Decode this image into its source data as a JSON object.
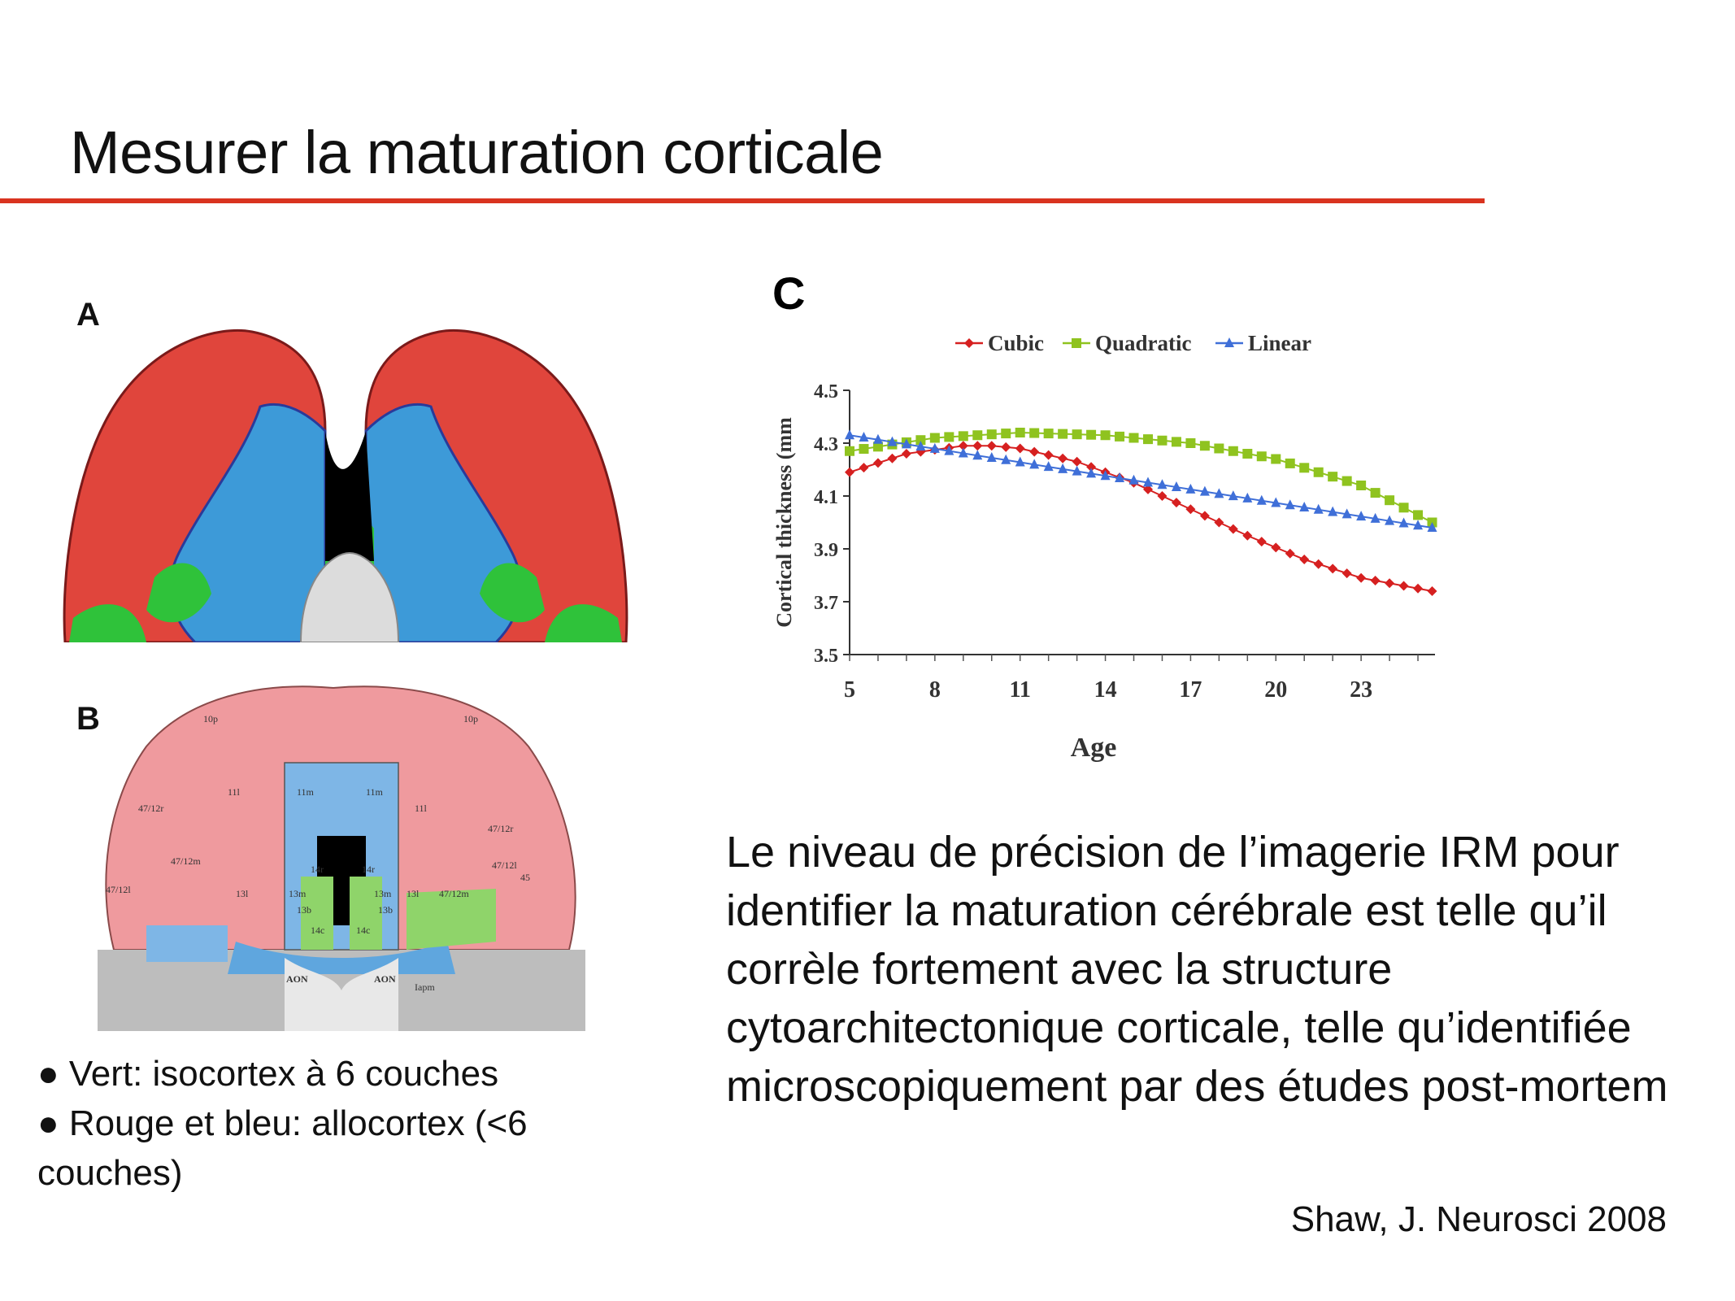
{
  "slide": {
    "title": "Mesurer la maturation corticale",
    "accent_color": "#d9331f"
  },
  "figure": {
    "panel_a_label": "A",
    "panel_b_label": "B",
    "panel_c_label": "C",
    "panel_b_region_labels": [
      "10p",
      "10p",
      "11l",
      "11m",
      "11m",
      "11l",
      "47/12r",
      "47/12r",
      "47/12m",
      "47/12l",
      "47/12l",
      "13l",
      "13m",
      "13b",
      "14r",
      "14r",
      "13b",
      "13m",
      "13l",
      "47/12m",
      "45",
      "14c",
      "14c",
      "AON",
      "AON",
      "Iapm"
    ]
  },
  "chart_data": {
    "type": "line",
    "title": "",
    "xlabel": "Age",
    "ylabel": "Cortical thickness (mm",
    "x_ticks": [
      5,
      8,
      11,
      14,
      17,
      20,
      23
    ],
    "y_ticks": [
      "3.5",
      "3.7",
      "3.9",
      "4.1",
      "4.3",
      "4.5"
    ],
    "xlim": [
      5,
      25.6
    ],
    "ylim": [
      3.5,
      4.5
    ],
    "legend_position": "top",
    "series": [
      {
        "name": "Cubic",
        "color": "#d62020",
        "marker": "diamond",
        "points": [
          [
            5,
            4.19
          ],
          [
            7,
            4.26
          ],
          [
            9,
            4.29
          ],
          [
            10,
            4.29
          ],
          [
            11,
            4.28
          ],
          [
            13,
            4.23
          ],
          [
            15,
            4.15
          ],
          [
            17,
            4.05
          ],
          [
            19,
            3.95
          ],
          [
            21,
            3.86
          ],
          [
            23,
            3.79
          ],
          [
            25.5,
            3.74
          ]
        ]
      },
      {
        "name": "Quadratic",
        "color": "#8fc31f",
        "marker": "square",
        "points": [
          [
            5,
            4.27
          ],
          [
            8,
            4.32
          ],
          [
            11,
            4.34
          ],
          [
            14,
            4.33
          ],
          [
            17,
            4.3
          ],
          [
            20,
            4.24
          ],
          [
            23,
            4.14
          ],
          [
            25.5,
            4.0
          ]
        ]
      },
      {
        "name": "Linear",
        "color": "#3f6fd8",
        "marker": "triangle",
        "points": [
          [
            5,
            4.33
          ],
          [
            25.5,
            3.98
          ]
        ]
      }
    ]
  },
  "bullets": [
    "Vert: isocortex à 6 couches",
    "Rouge et bleu: allocortex (<6 couches)"
  ],
  "body_text": "Le niveau de précision de l’imagerie IRM pour identifier la maturation cérébrale est telle qu’il corrèle fortement avec la structure cytoarchitectonique corticale, telle qu’identifiée microscopiquement par des études post-mortem",
  "citation": "Shaw, J. Neurosci 2008"
}
